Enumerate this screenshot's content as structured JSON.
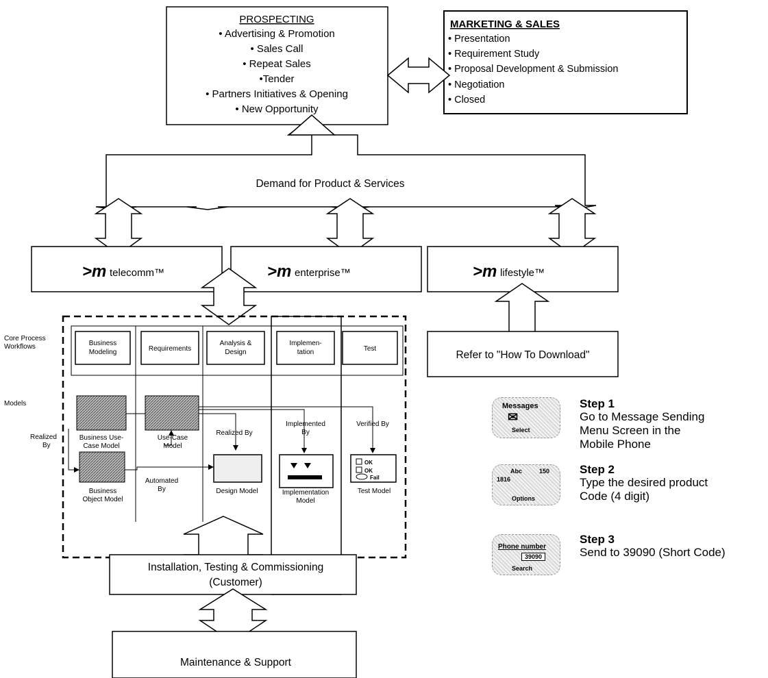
{
  "prospecting": {
    "title": "PROSPECTING",
    "items": [
      "• Advertising & Promotion",
      "• Sales Call",
      "• Repeat Sales",
      "•Tender",
      "• Partners Initiatives & Opening",
      "• New Opportunity"
    ]
  },
  "marketing": {
    "title": "MARKETING & SALES",
    "items": [
      "• Presentation",
      "• Requirement Study",
      "• Proposal Development & Submission",
      "• Negotiation",
      "• Closed"
    ]
  },
  "demand": "Demand for Product & Services",
  "products": [
    {
      "prefix": ">m",
      "name": "telecomm™"
    },
    {
      "prefix": ">m",
      "name": "enterprise™"
    },
    {
      "prefix": ">m",
      "name": "lifestyle™"
    }
  ],
  "refer": "Refer to \"How To Download\"",
  "process": {
    "row_label": [
      "Core Process",
      "Workflows"
    ],
    "workflows": [
      [
        "Business",
        "Modeling"
      ],
      [
        "Requirements"
      ],
      [
        "Analysis &",
        "Design"
      ],
      [
        "Implemen-",
        "tation"
      ],
      [
        "Test"
      ]
    ],
    "models_label": "Models",
    "realized_by": [
      "Realized",
      "By"
    ],
    "models": {
      "business_use_case": [
        "Business Use-",
        "Case Model"
      ],
      "use_case": [
        "Use-Case",
        "Model"
      ],
      "business_object": [
        "Business",
        "Object Model"
      ],
      "design": "Design Model",
      "implementation": [
        "Implementation",
        "Model"
      ],
      "test": "Test Model"
    },
    "arrows": {
      "realized_by": "Realized By",
      "implemented_by": [
        "Implemented",
        "By"
      ],
      "verified_by": "Verified By",
      "automated_by": [
        "Automated",
        "By"
      ]
    },
    "test_icon_labels": [
      "OK",
      "OK",
      "Fail"
    ]
  },
  "installation": [
    "Installation, Testing & Commissioning",
    "(Customer)"
  ],
  "maintenance": "Maintenance & Support",
  "steps": [
    {
      "title": "Step 1",
      "lines": [
        "Go to Message Sending",
        "Menu Screen in the",
        "Mobile Phone"
      ],
      "phone": [
        "Messages",
        "Select"
      ]
    },
    {
      "title": "Step 2",
      "lines": [
        "Type the desired product",
        "Code (4 digit)"
      ],
      "phone": [
        "Abc",
        "150",
        "1816",
        "Options"
      ]
    },
    {
      "title": "Step 3",
      "lines": [
        "Send to 39090 (Short Code)"
      ],
      "phone": [
        "Phone number",
        "39090",
        "Search"
      ]
    }
  ]
}
